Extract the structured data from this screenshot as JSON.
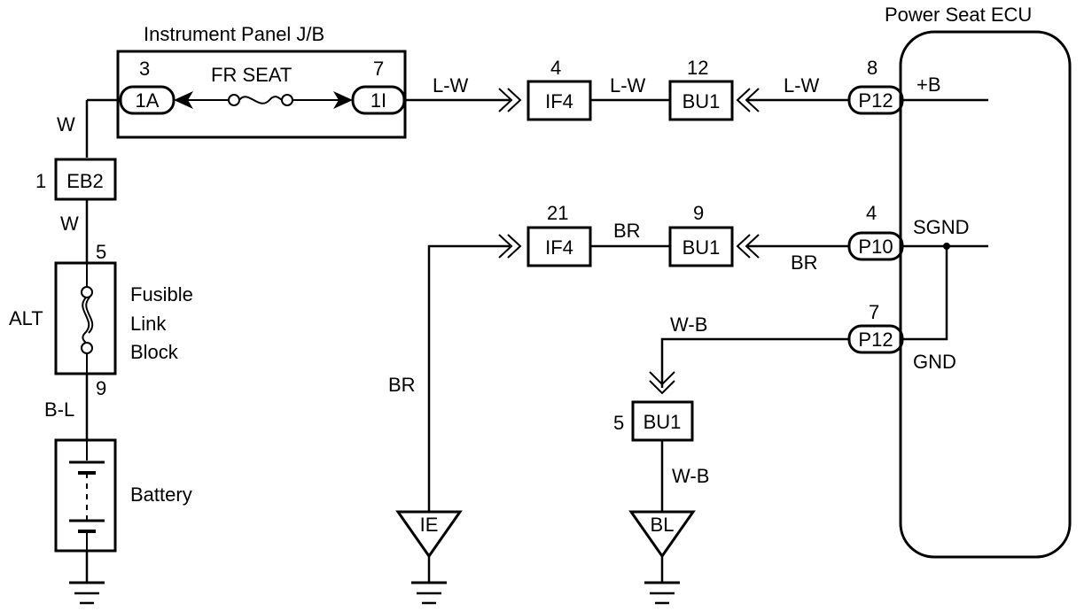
{
  "components": {
    "jb_title": "Instrument Panel J/B",
    "ecu_title": "Power Seat ECU",
    "fuse_label": "FR SEAT",
    "fusible_link_lines": [
      "Fusible",
      "Link",
      "Block"
    ],
    "alt_label": "ALT",
    "battery_label": "Battery",
    "ecu_pins": {
      "plus_b": "+B",
      "sgnd": "SGND",
      "gnd": "GND"
    }
  },
  "connectors": {
    "jb_1a": {
      "pin": "3",
      "code": "1A"
    },
    "jb_1i": {
      "pin": "7",
      "code": "1I"
    },
    "eb2": {
      "pin": "1",
      "code": "EB2"
    },
    "fusible_top_pin": "5",
    "fusible_bottom_pin": "9",
    "if4_upper": {
      "pin": "4",
      "code": "IF4"
    },
    "bu1_upper": {
      "pin": "12",
      "code": "BU1"
    },
    "p12_upper": {
      "pin": "8",
      "code": "P12"
    },
    "if4_lower": {
      "pin": "21",
      "code": "IF4"
    },
    "bu1_lower": {
      "pin": "9",
      "code": "BU1"
    },
    "p10": {
      "pin": "4",
      "code": "P10"
    },
    "p12_lower": {
      "pin": "7",
      "code": "P12"
    },
    "bu1_ground": {
      "pin": "5",
      "code": "BU1"
    }
  },
  "grounds": {
    "ie": "IE",
    "bl": "BL"
  },
  "wires": {
    "w_upper": "W",
    "w_lower": "W",
    "b_l": "B-L",
    "lw_1": "L-W",
    "lw_2": "L-W",
    "lw_3": "L-W",
    "br_1": "BR",
    "br_2": "BR",
    "br_vertical": "BR",
    "wb_upper": "W-B",
    "wb_lower": "W-B"
  }
}
